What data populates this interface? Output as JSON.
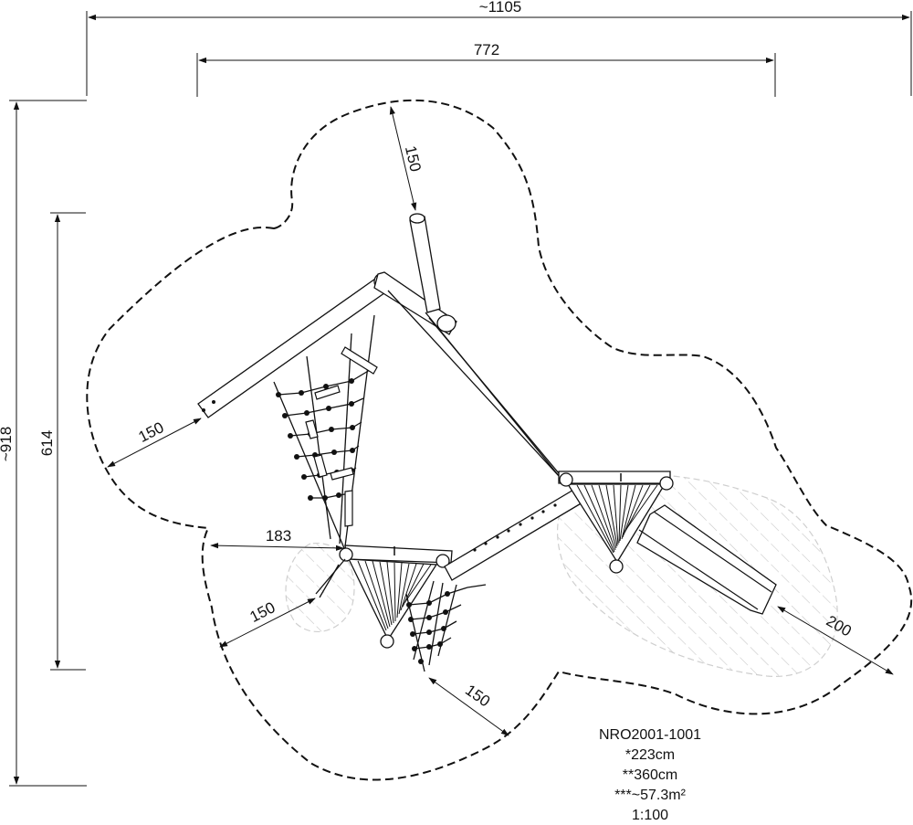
{
  "dimensions": {
    "overall_width": "~1105",
    "equipment_width": "772",
    "overall_depth": "~918",
    "equipment_depth": "614",
    "free_space_top": "150",
    "free_space_left": "150",
    "free_space_left_offset": "183",
    "free_space_lower_left": "150",
    "free_space_bottom": "150",
    "free_space_slide": "200"
  },
  "specs": {
    "product_code": "NRO2001-1001",
    "free_fall_height": "*223cm",
    "total_height": "**360cm",
    "safety_area": "***~57.3m²",
    "scale": "1:100"
  }
}
